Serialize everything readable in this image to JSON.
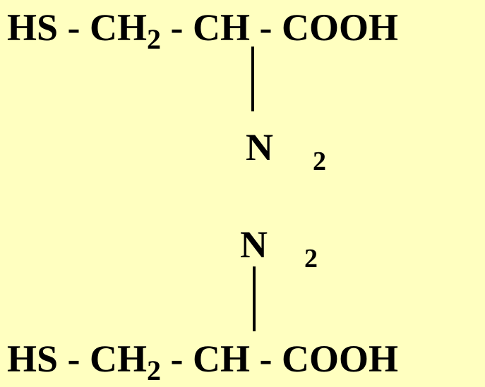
{
  "colors": {
    "background": "#FFFFC0",
    "text": "#000000"
  },
  "top_formula": {
    "part1": "HS - CH",
    "sub": "2",
    "part2": " - CH - COOH"
  },
  "middle": {
    "upper_atom": "N",
    "upper_sub": "2",
    "lower_atom": "N",
    "lower_sub": "2"
  },
  "bottom_formula": {
    "part1": "HS - CH",
    "sub": "2",
    "part2": " - CH - COOH"
  }
}
